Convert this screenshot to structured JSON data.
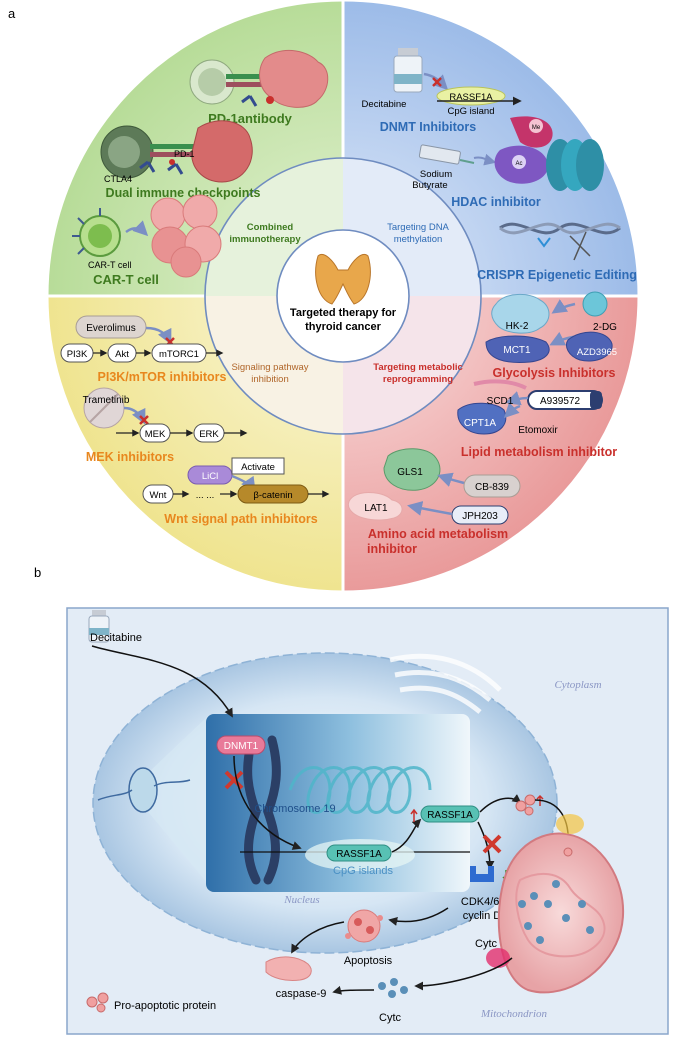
{
  "panel_a": {
    "label": "a",
    "center": "Targeted therapy for thyroid cancer",
    "center_lines": [
      "Targeted therapy for",
      "thyroid cancer"
    ],
    "inner": {
      "immuno": [
        "Combined",
        "immunotherapy"
      ],
      "dna": [
        "Targeting DNA",
        "methylation"
      ],
      "signal": [
        "Signaling pathway",
        "inhibition"
      ],
      "metab": [
        "Targeting metabolic",
        "reprogramming"
      ]
    },
    "immunotherapy": {
      "pd1_antibody": "PD-1antibody",
      "ctla4": "CTLA4",
      "pd1": "PD-1",
      "dual": "Dual immune checkpoints",
      "cart_small": "CAR-T cell",
      "cart": "CAR-T cell"
    },
    "dna_methylation": {
      "decitabine": "Decitabine",
      "rassf1a": "RASSF1A",
      "cpg": "CpG island",
      "dnmt": "DNMT Inhibitors",
      "sodium": "Sodium",
      "butyrate": "Butyrate",
      "me": "Me",
      "ac": "Ac",
      "hdac": "HDAC inhibitor",
      "crispr": "CRISPR Epigenetic Editing"
    },
    "signaling": {
      "everolimus": "Everolimus",
      "pi3k": "PI3K",
      "akt": "Akt",
      "mtorc1": "mTORC1",
      "pi3k_title": "PI3K/mTOR inhibitors",
      "trametinib": "Trametinib",
      "mek": "MEK",
      "erk": "ERK",
      "mek_title": "MEK inhibitors",
      "licl": "LiCl",
      "activate": "Activate",
      "wnt": "Wnt",
      "dots": "... ...",
      "bcatenin": "β-catenin",
      "wnt_title": "Wnt signal path inhibitors"
    },
    "metabolic": {
      "hk2": "HK-2",
      "dg": "2-DG",
      "mct1": "MCT1",
      "azd": "AZD3965",
      "glyco": "Glycolysis Inhibitors",
      "scd1": "SCD1",
      "a939": "A939572",
      "cpt1a": "CPT1A",
      "etomoxir": "Etomoxir",
      "lipid": "Lipid metabolism inhibitor",
      "gls1": "GLS1",
      "cb839": "CB-839",
      "lat1": "LAT1",
      "jph": "JPH203",
      "amino1": "Amino acid metabolism",
      "amino2": "inhibitor"
    }
  },
  "panel_b": {
    "label": "b",
    "decitabine": "Decitabine",
    "cytoplasm": "Cytoplasm",
    "dnmt1": "DNMT1",
    "chromosome": "Chromosome 19",
    "rassf1a_top": "RASSF1A",
    "rassf1a_gene": "RASSF1A",
    "cpg": "CpG islands",
    "nucleus": "Nucleus",
    "cdk": [
      "CDK4/6-",
      "cyclin D"
    ],
    "apoptosis": "Apoptosis",
    "caspase": "caspase-9",
    "cytc1": "Cytc",
    "cytc2": "Cytc",
    "mito": "Mitochondrion",
    "legend": "Pro-apoptotic protein"
  },
  "colors": {
    "green_quad": "#cfe8b6",
    "blue_quad": "#b9cdee",
    "yellow_quad": "#f5eeb3",
    "red_quad": "#f4c4c4",
    "orange_title": "#e8871e",
    "red_title": "#c9302c",
    "blue_title": "#2e6bb5",
    "green_title": "#3e7a1f"
  }
}
